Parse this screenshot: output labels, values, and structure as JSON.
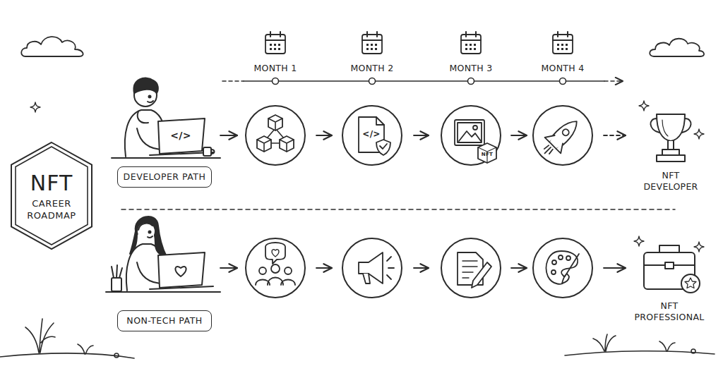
{
  "diagram": {
    "nodes": [
      {
        "text": [
          "NFT",
          "CAREER ROADMAP"
        ]
      },
      {
        "text": [
          "DEVELOPER PATH"
        ]
      },
      {
        "text": [
          "NON-TECH PATH"
        ]
      }
    ],
    "labels": [
      "MONTH 1",
      "MONTH 2",
      "MONTH 3",
      "MONTH 4",
      "</>",
      "</>",
      "NFT",
      "NFT DEVELOPER",
      "NFT PROFESSIONAL"
    ]
  }
}
